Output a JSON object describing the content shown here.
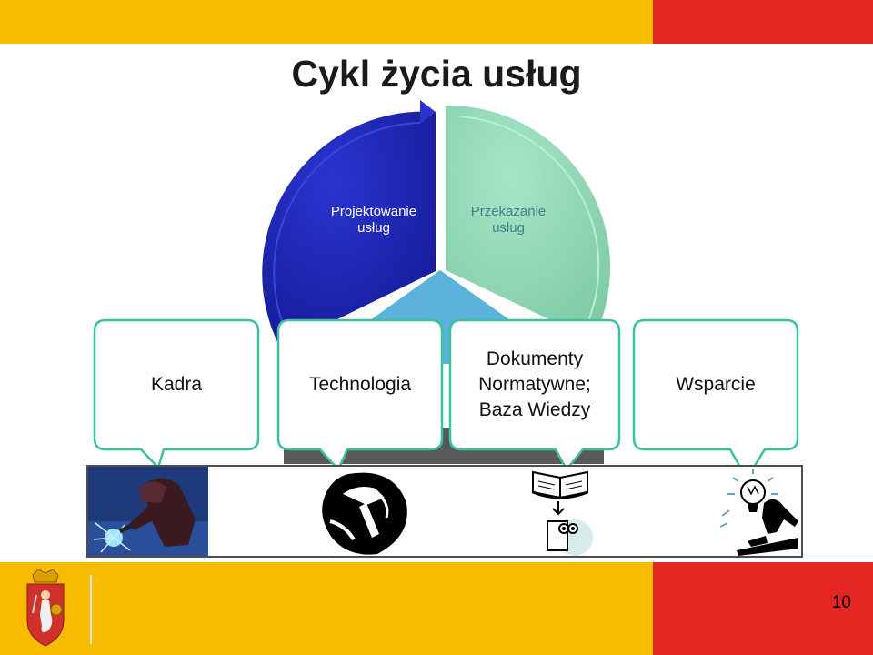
{
  "title": "Cykl życia usług",
  "page_number": "10",
  "cycle": {
    "segments": [
      {
        "label_line1": "Projektowanie",
        "label_line2": "usług",
        "color": "#1c24b8"
      },
      {
        "label_line1": "Przekazanie",
        "label_line2": "usług",
        "color": "#8fd9b6"
      },
      {
        "label_line1": "",
        "label_line2": "",
        "color": "#5bb3dc"
      }
    ]
  },
  "callouts": [
    {
      "text": "Kadra"
    },
    {
      "text": "Technologia"
    },
    {
      "text_line1": "Dokumenty",
      "text_line2": "Normatywne;",
      "text_line3": "Baza Wiedzy"
    },
    {
      "text": "Wsparcie"
    }
  ],
  "colors": {
    "top_yellow": "#f7bb00",
    "top_red": "#e42522",
    "callout_border": "#39c2a0"
  },
  "icons": [
    "welder-icon",
    "hammer-icon",
    "book-reader-icon",
    "lightbulb-person-icon",
    "warsaw-coat-of-arms-icon"
  ]
}
